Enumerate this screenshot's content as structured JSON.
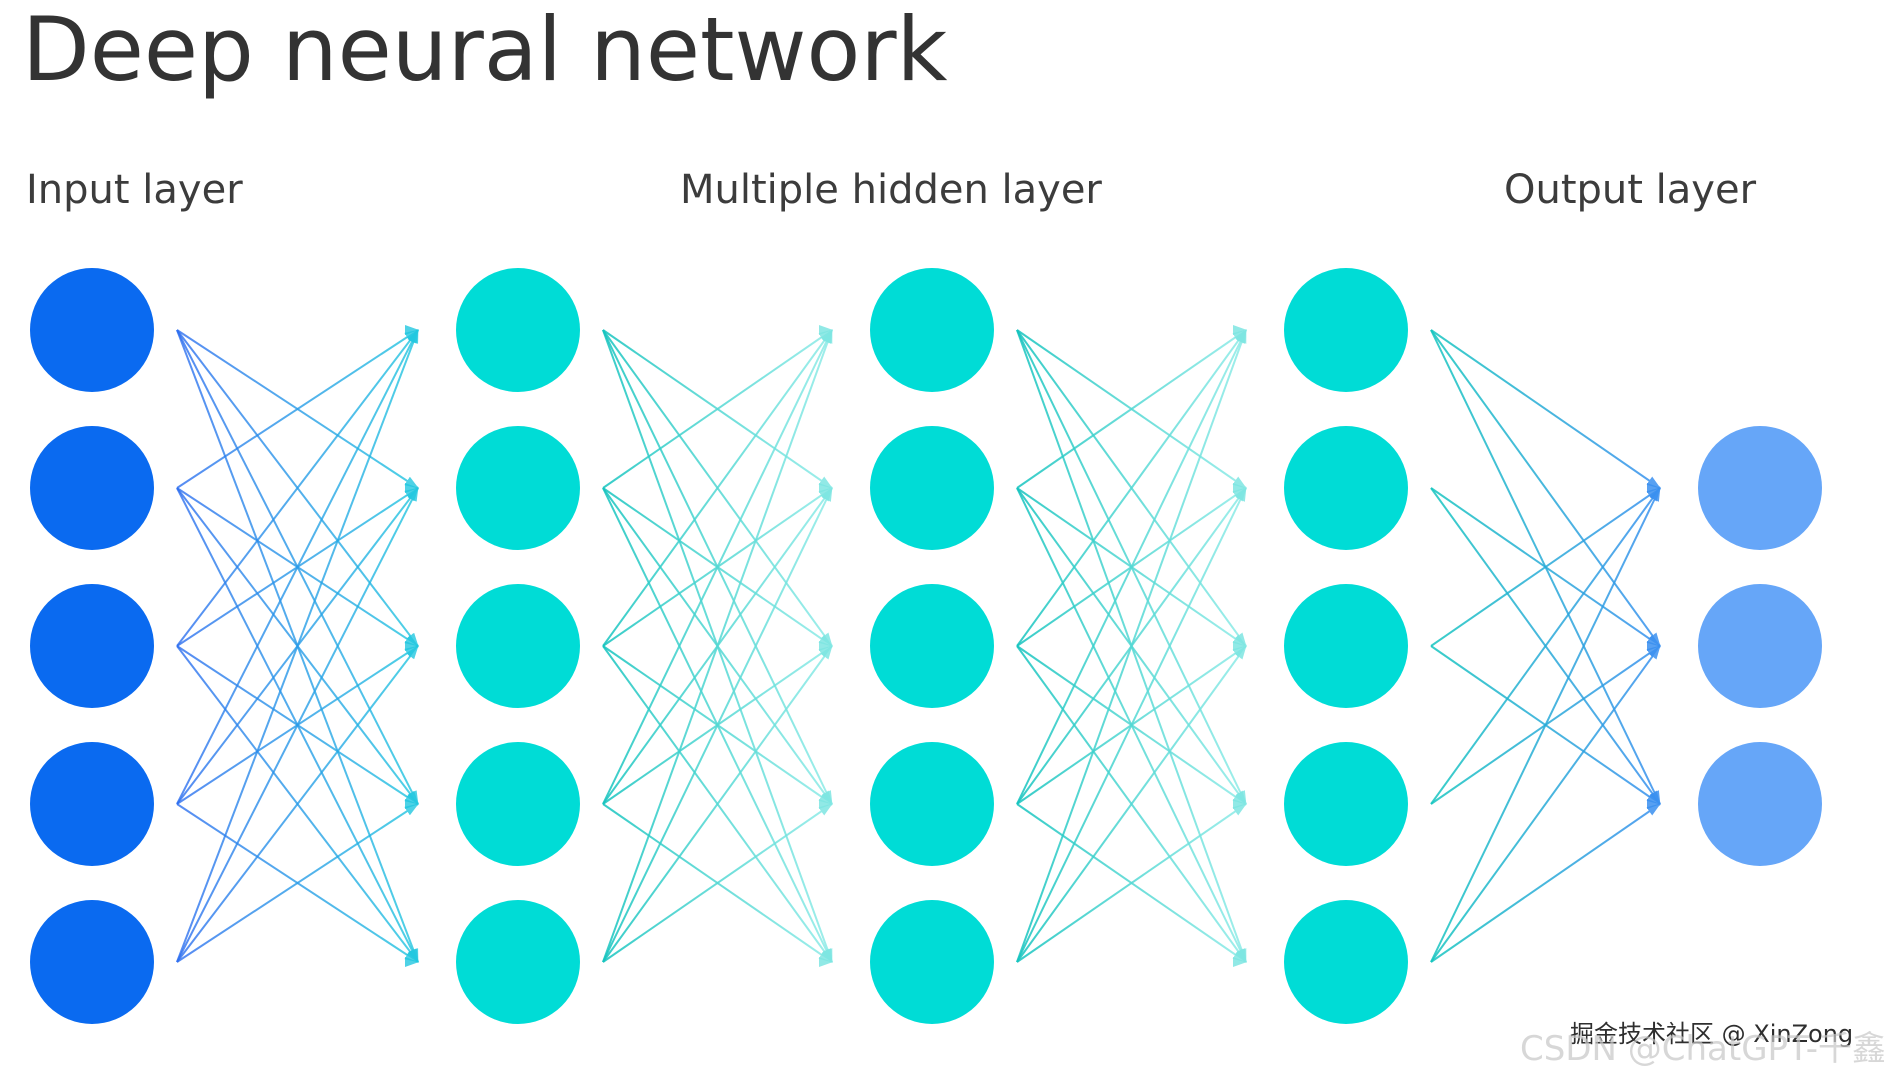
{
  "diagram": {
    "title": "Deep neural network",
    "labels": {
      "input": "Input layer",
      "hidden": "Multiple hidden layer",
      "output": "Output layer"
    },
    "layers": [
      {
        "role": "input",
        "nodes": 5
      },
      {
        "role": "hidden",
        "nodes": 5
      },
      {
        "role": "hidden",
        "nodes": 5
      },
      {
        "role": "hidden",
        "nodes": 5
      },
      {
        "role": "output",
        "nodes": 3
      }
    ],
    "colors": {
      "input_node": "#0a6af0",
      "hidden_node": "#00dcd6",
      "output_node": "#66a6f8",
      "input_edge_start": "#2f6ff0",
      "input_edge_end": "#22c8e0",
      "hidden_edge_start": "#16c4bf",
      "hidden_edge_end": "#90ece8",
      "output_edge_start": "#17c6c0",
      "output_edge_end": "#3a90f0",
      "text": "#333333"
    }
  },
  "watermark": {
    "line1": "掘金技术社区 @ XinZong",
    "line2": "CSDN @ChatGPT-千鑫"
  }
}
